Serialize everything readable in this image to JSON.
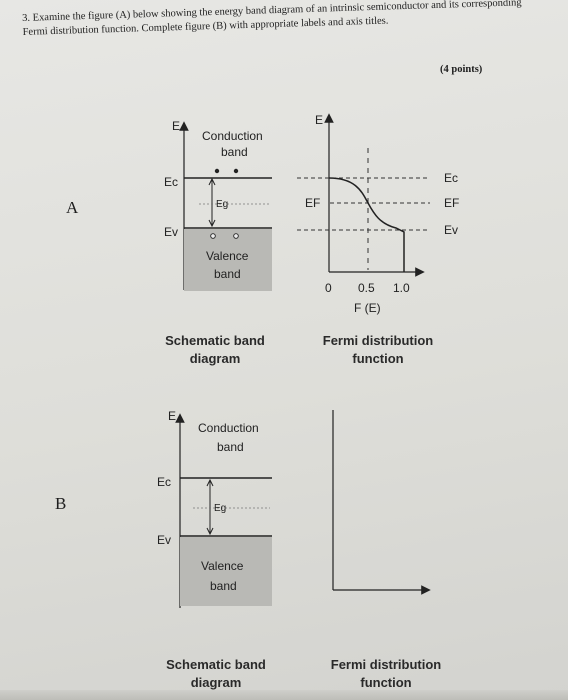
{
  "question": {
    "number": "3.",
    "text": "Examine the figure (A) below showing the energy band diagram of an intrinsic semiconductor and its corresponding Fermi distribution function. Complete figure (B) with appropriate labels and axis titles.",
    "points": "(4 points)"
  },
  "figure_a": {
    "letter": "A",
    "band": {
      "e_axis": "E",
      "conduction": [
        "Conduction",
        "band"
      ],
      "valence": [
        "Valence",
        "band"
      ],
      "ec": "Ec",
      "ev": "Ev",
      "eg": "Eg"
    },
    "fermi": {
      "e_axis": "E",
      "ef_left": "EF",
      "ec": "Ec",
      "ef": "EF",
      "ev": "Ev",
      "tick_0": "0",
      "tick_05": "0.5",
      "tick_10": "1.0",
      "xlabel": "F (E)"
    },
    "caption_band": [
      "Schematic band",
      "diagram"
    ],
    "caption_fermi": [
      "Fermi distribution",
      "function"
    ]
  },
  "figure_b": {
    "letter": "B",
    "band": {
      "e_axis": "E",
      "conduction": [
        "Conduction",
        "band"
      ],
      "valence": [
        "Valence",
        "band"
      ],
      "ec": "Ec",
      "ev": "Ev",
      "eg": "Eg"
    },
    "caption_band": [
      "Schematic band",
      "diagram"
    ],
    "caption_fermi": [
      "Fermi distribution",
      "function"
    ]
  },
  "colors": {
    "valence_fill": "#b9b9b5",
    "ink": "#222222"
  }
}
